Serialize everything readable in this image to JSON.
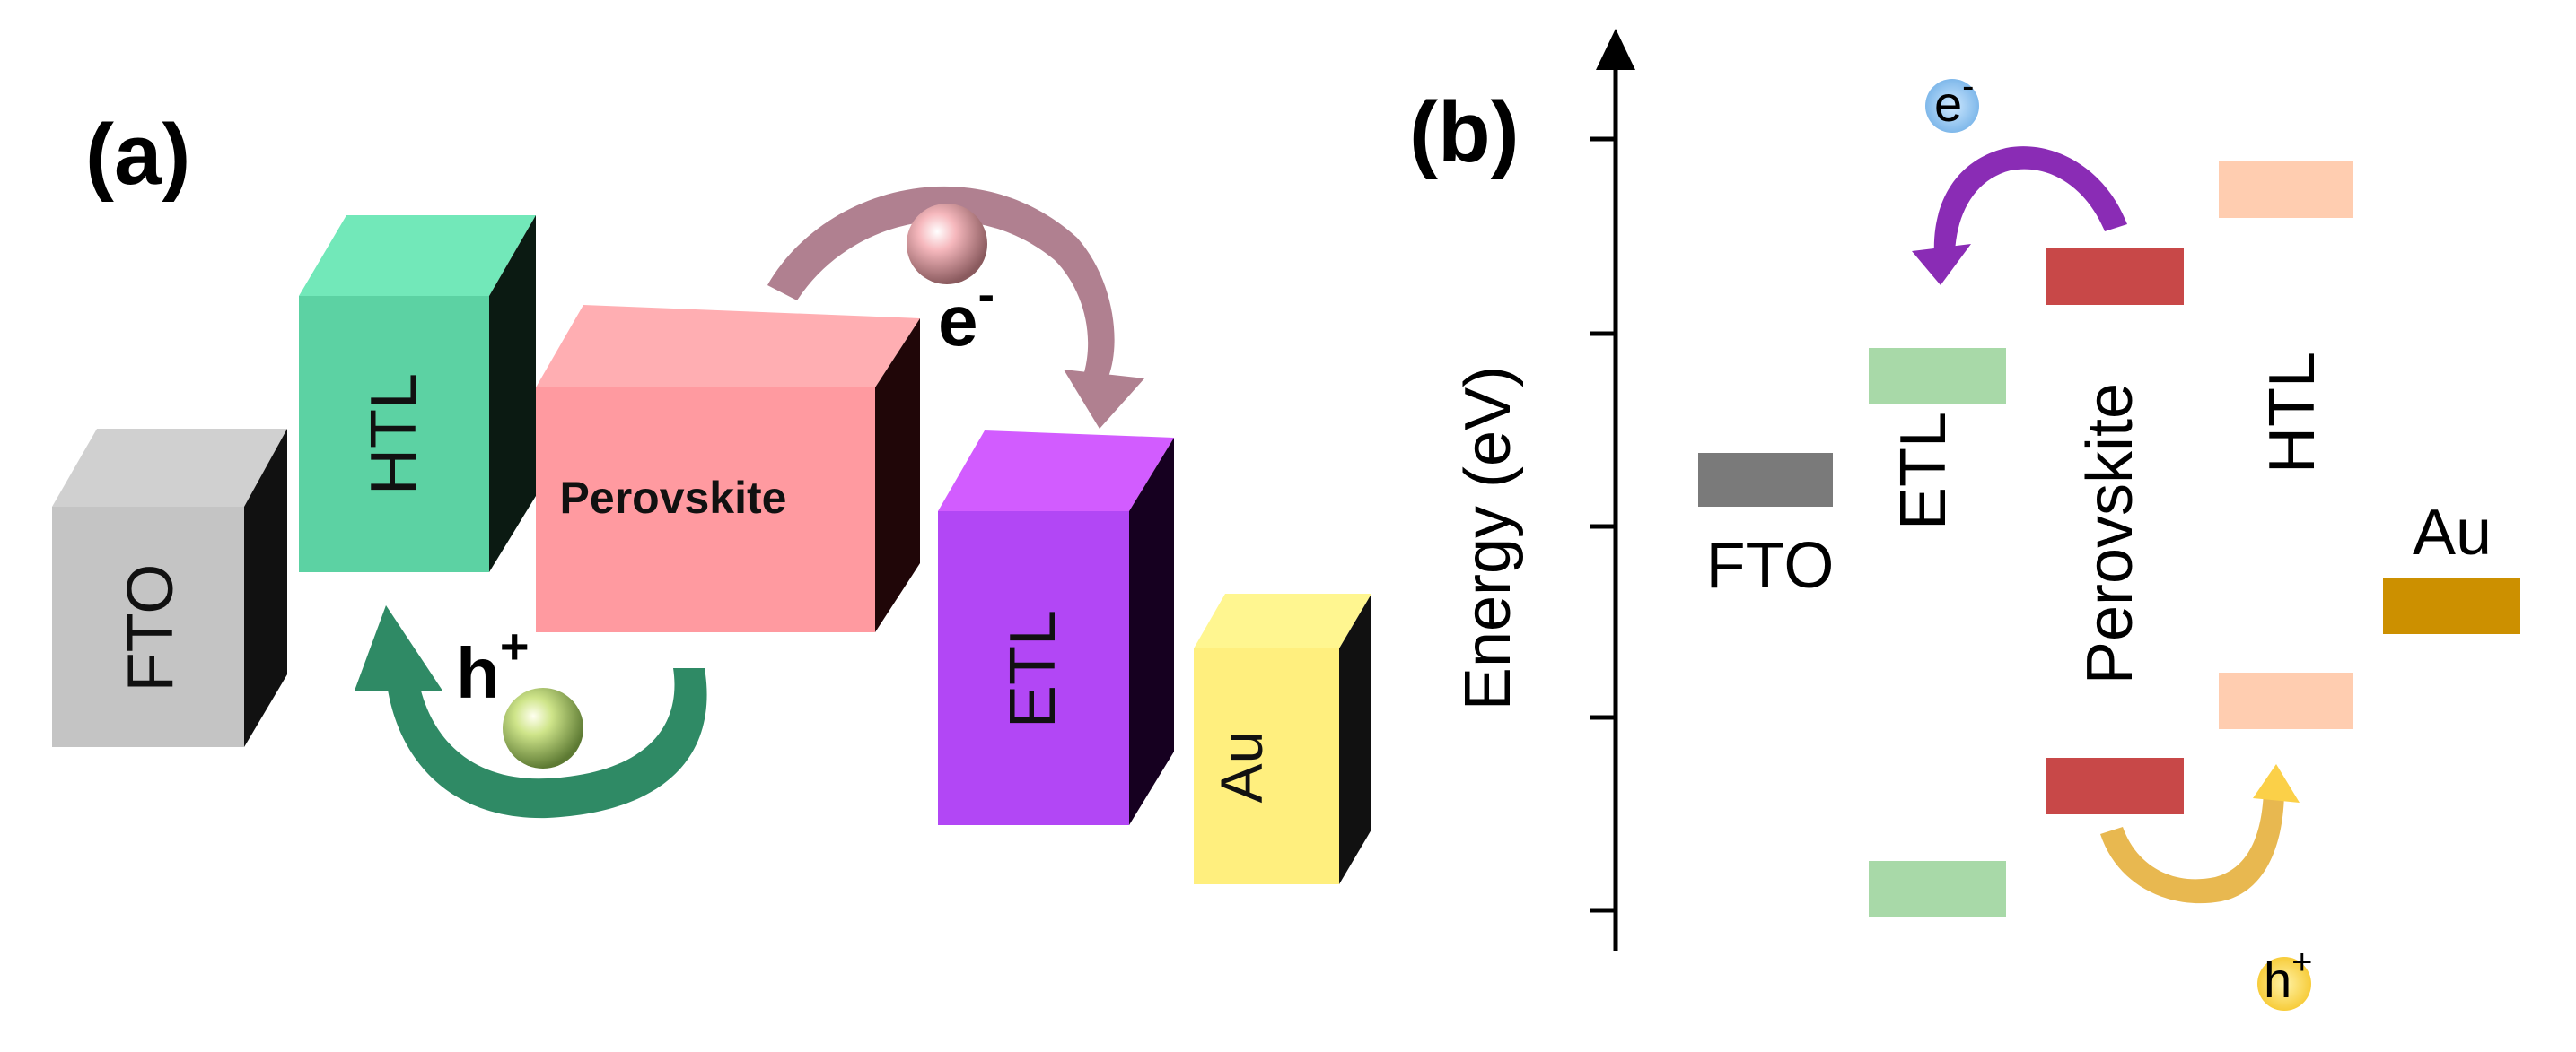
{
  "panel_a": {
    "label": "(a)",
    "blocks": [
      {
        "name": "FTO",
        "label": "FTO",
        "color": "#c8c8c8"
      },
      {
        "name": "HTL",
        "label": "HTL",
        "color": "#5fd3a3"
      },
      {
        "name": "Perovskite",
        "label": "Perovskite",
        "color": "#ff9aa0"
      },
      {
        "name": "ETL",
        "label": "ETL",
        "color": "#b847f7"
      },
      {
        "name": "Au",
        "label": "Au",
        "color": "#ffef7e"
      }
    ],
    "electron_label": "e",
    "electron_sup": "-",
    "hole_label": "h",
    "hole_sup": "+"
  },
  "panel_b": {
    "label": "(b)",
    "axis_label": "Energy (eV)",
    "layers": [
      {
        "name": "FTO",
        "label": "FTO",
        "color": "#7a7a7a"
      },
      {
        "name": "ETL",
        "label": "ETL",
        "color": "#a8d9a8"
      },
      {
        "name": "Perovskite",
        "label": "Perovskite",
        "color": "#c84848"
      },
      {
        "name": "HTL",
        "label": "HTL",
        "color": "#ffcdb0"
      },
      {
        "name": "Au",
        "label": "Au",
        "color": "#cc9000"
      }
    ],
    "electron_label": "e",
    "electron_sup": "-",
    "hole_label": "h",
    "hole_sup": "+"
  }
}
